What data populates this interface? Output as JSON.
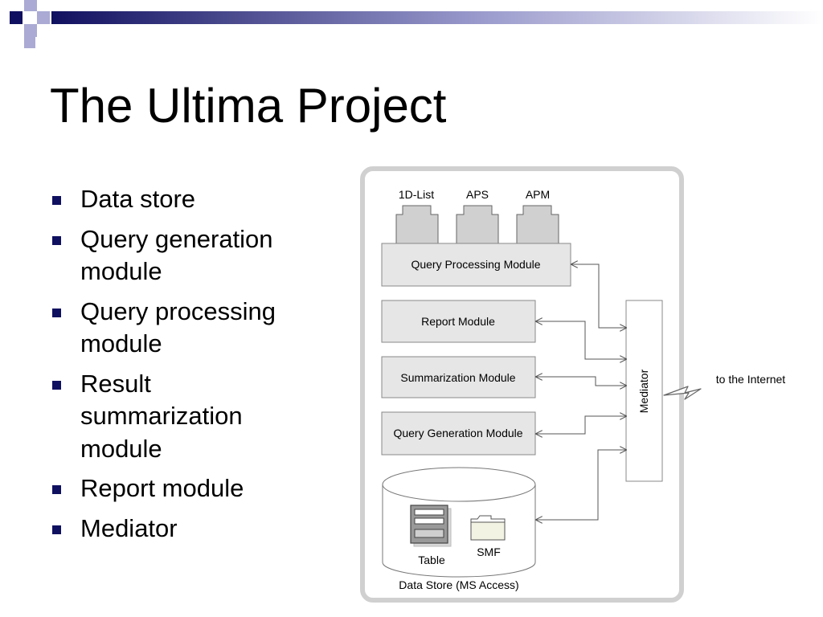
{
  "slide": {
    "title": "The Ultima Project",
    "bullets": [
      "Data store",
      "Query generation module",
      "Query processing module",
      "Result summarization module",
      "Report module",
      "Mediator"
    ]
  },
  "diagram": {
    "tabs": [
      "1D-List",
      "APS",
      "APM"
    ],
    "query_processing_label": "Query Processing Module",
    "report_label": "Report Module",
    "summarization_label": "Summarization Module",
    "query_generation_label": "Query Generation Module",
    "mediator_label": "Mediator",
    "internet_label": "to the Internet",
    "table_label": "Table",
    "smf_label": "SMF",
    "data_store_label": "Data Store (MS Access)"
  },
  "colors": {
    "accent_dark": "#101060",
    "accent_light": "#9999cc",
    "module_fill": "#e6e6e6",
    "frame_stroke": "#d0d0d0"
  }
}
